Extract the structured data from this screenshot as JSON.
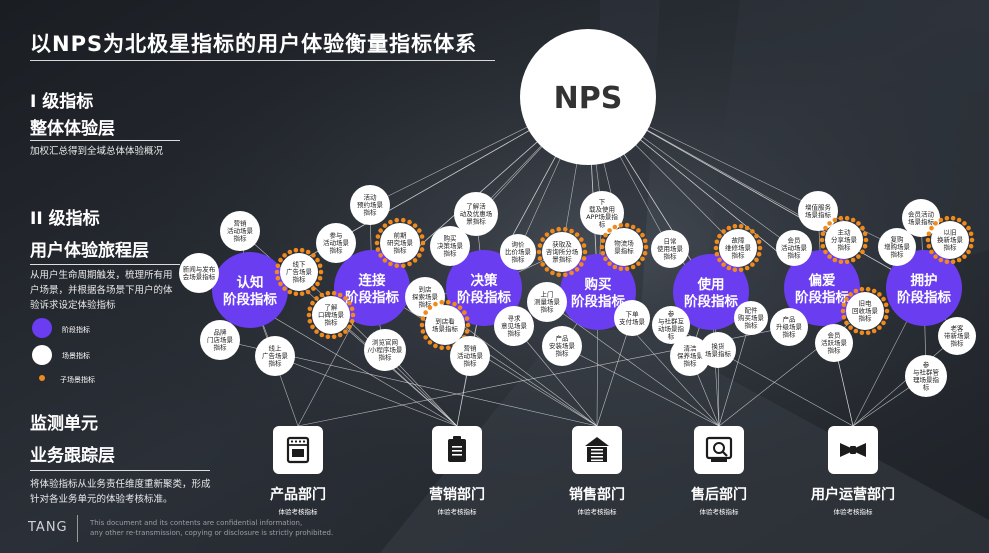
{
  "title": "以NPS为北极星指标的用户体验衡量指标体系",
  "level1": {
    "line1": "I 级指标",
    "line2": "整体体验层",
    "desc": "加权汇总得到全域总体体验概况"
  },
  "level2": {
    "line1": "II 级指标",
    "line2": "用户体验旅程层",
    "desc_lines": [
      "从用户生命周期触发，梳理所有用",
      "户场景，并根据各场景下用户的体",
      "验诉求设定体验指标"
    ]
  },
  "legend": {
    "stage": "阶段指标",
    "scene": "场景指标",
    "subscene": "子场景指标",
    "colors": {
      "stage": "#6a3df0",
      "scene": "#ffffff",
      "subscene": "#f08a1c"
    }
  },
  "monitor": {
    "line1": "监测单元",
    "line2": "业务跟踪层",
    "desc_lines": [
      "将体验指标从业务责任维度重新聚类，形成",
      "针对各业务单元的体验考核标准。"
    ]
  },
  "nps": "NPS",
  "stages": [
    {
      "id": "s1",
      "l1": "认知",
      "l2": "阶段指标"
    },
    {
      "id": "s2",
      "l1": "连接",
      "l2": "阶段指标"
    },
    {
      "id": "s3",
      "l1": "决策",
      "l2": "阶段指标"
    },
    {
      "id": "s4",
      "l1": "购买",
      "l2": "阶段指标"
    },
    {
      "id": "s5",
      "l1": "使用",
      "l2": "阶段指标"
    },
    {
      "id": "s6",
      "l1": "偏爱",
      "l2": "阶段指标"
    },
    {
      "id": "s7",
      "l1": "拥护",
      "l2": "阶段指标"
    }
  ],
  "scenes": [
    {
      "id": "a1",
      "lines": [
        "营销",
        "活动场景",
        "指标"
      ],
      "sub": false
    },
    {
      "id": "a2",
      "lines": [
        "新闻与发布",
        "会场景指标"
      ],
      "sub": false
    },
    {
      "id": "a3",
      "lines": [
        "线下",
        "广告场景",
        "指标"
      ],
      "sub": true
    },
    {
      "id": "a4",
      "lines": [
        "品牌",
        "门店场景",
        "指标"
      ],
      "sub": false
    },
    {
      "id": "a5",
      "lines": [
        "线上",
        "广告场景",
        "指标"
      ],
      "sub": false
    },
    {
      "id": "b1",
      "lines": [
        "活动",
        "预约场景",
        "指标"
      ],
      "sub": false
    },
    {
      "id": "b2",
      "lines": [
        "参与",
        "活动场景",
        "指标"
      ],
      "sub": false
    },
    {
      "id": "b3",
      "lines": [
        "前期",
        "研究场景",
        "指标"
      ],
      "sub": true
    },
    {
      "id": "b4",
      "lines": [
        "了解",
        "口碑场景",
        "指标"
      ],
      "sub": true
    },
    {
      "id": "b5",
      "lines": [
        "浏览官网",
        "/小程序场景",
        "指标"
      ],
      "sub": false
    },
    {
      "id": "c1",
      "lines": [
        "了解活",
        "动及优惠场",
        "景指标"
      ],
      "sub": false
    },
    {
      "id": "c2",
      "lines": [
        "购买",
        "决策场景",
        "指标"
      ],
      "sub": false
    },
    {
      "id": "c3",
      "lines": [
        "到店",
        "探索场景",
        "指标"
      ],
      "sub": false
    },
    {
      "id": "c4",
      "lines": [
        "到店看",
        "场景指标"
      ],
      "sub": true
    },
    {
      "id": "c5",
      "lines": [
        "营销",
        "活动场景",
        "指标"
      ],
      "sub": false
    },
    {
      "id": "c6",
      "lines": [
        "询价",
        "比价场景",
        "指标"
      ],
      "sub": false
    },
    {
      "id": "c7",
      "lines": [
        "寻求",
        "意见场景",
        "指标"
      ],
      "sub": false
    },
    {
      "id": "c8",
      "lines": [
        "获取及",
        "咨询所分场",
        "景指标"
      ],
      "sub": true
    },
    {
      "id": "d1",
      "lines": [
        "下",
        "载及使用",
        "APP场景指",
        "标"
      ],
      "sub": false
    },
    {
      "id": "d2",
      "lines": [
        "物流场",
        "景指标"
      ],
      "sub": true
    },
    {
      "id": "d3",
      "lines": [
        "上门",
        "测量场景",
        "指标"
      ],
      "sub": false
    },
    {
      "id": "d4",
      "lines": [
        "产品",
        "安装场景",
        "指标"
      ],
      "sub": false
    },
    {
      "id": "d5",
      "lines": [
        "下单",
        "支付场景"
      ],
      "sub": false
    },
    {
      "id": "e1",
      "lines": [
        "日常",
        "使用场景",
        "指标"
      ],
      "sub": false
    },
    {
      "id": "e2",
      "lines": [
        "故障",
        "维修场景",
        "指标"
      ],
      "sub": true
    },
    {
      "id": "e3",
      "lines": [
        "参",
        "与社群互",
        "动场景指",
        "标"
      ],
      "sub": false
    },
    {
      "id": "e4",
      "lines": [
        "清洁",
        "保养场景",
        "指标"
      ],
      "sub": false
    },
    {
      "id": "e5",
      "lines": [
        "换货",
        "场景指标"
      ],
      "sub": false
    },
    {
      "id": "e6",
      "lines": [
        "配件",
        "购买场景",
        "指标"
      ],
      "sub": false
    },
    {
      "id": "f1",
      "lines": [
        "增值服务",
        "场景指标"
      ],
      "sub": false
    },
    {
      "id": "f2",
      "lines": [
        "会员",
        "活动场景",
        "指标"
      ],
      "sub": false
    },
    {
      "id": "f3",
      "lines": [
        "主动",
        "分享场景",
        "指标"
      ],
      "sub": true
    },
    {
      "id": "f4",
      "lines": [
        "产品",
        "升级场景",
        "指标"
      ],
      "sub": false
    },
    {
      "id": "f5",
      "lines": [
        "旧电",
        "回收场景",
        "指标"
      ],
      "sub": true
    },
    {
      "id": "f6",
      "lines": [
        "会员",
        "活跃场景",
        "指标"
      ],
      "sub": false
    },
    {
      "id": "g1",
      "lines": [
        "会员活动",
        "场景指标"
      ],
      "sub": false
    },
    {
      "id": "g2",
      "lines": [
        "复购",
        "增购场景",
        "指标"
      ],
      "sub": false
    },
    {
      "id": "g3",
      "lines": [
        "以旧",
        "换新场景",
        "指标"
      ],
      "sub": true
    },
    {
      "id": "g4",
      "lines": [
        "老客",
        "带新场景",
        "指标"
      ],
      "sub": false
    },
    {
      "id": "g5",
      "lines": [
        "参",
        "与社群管",
        "理场景指",
        "标"
      ],
      "sub": false
    }
  ],
  "departments": [
    {
      "id": "p1",
      "name": "产品部门",
      "sub": "体验考核指标",
      "icon": "oven-icon"
    },
    {
      "id": "p2",
      "name": "营销部门",
      "sub": "体验考核指标",
      "icon": "clipboard-icon"
    },
    {
      "id": "p3",
      "name": "销售部门",
      "sub": "体验考核指标",
      "icon": "store-icon"
    },
    {
      "id": "p4",
      "name": "售后部门",
      "sub": "体验考核指标",
      "icon": "repair-icon"
    },
    {
      "id": "p5",
      "name": "用户运营部门",
      "sub": "体验考核指标",
      "icon": "bowtie-icon"
    }
  ],
  "footer": {
    "logo": "TANG",
    "line1": "This document and its contents are confidential information,",
    "line2": "any other re-transmission, copying or disclosure is strictly prohibited."
  }
}
